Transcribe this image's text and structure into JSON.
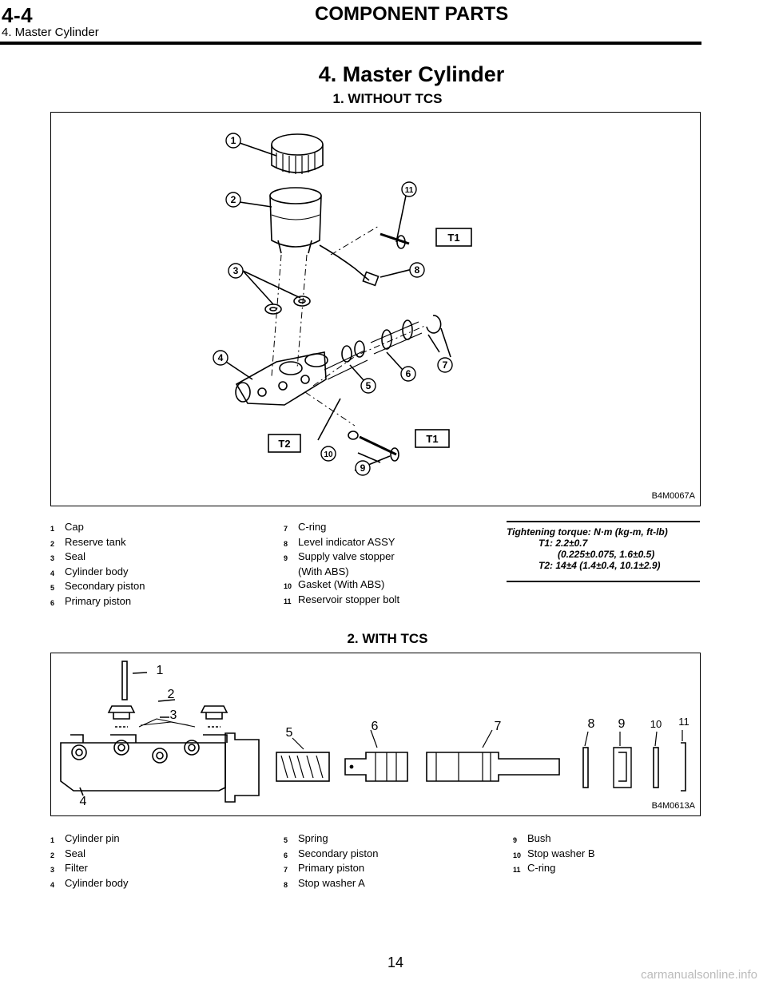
{
  "header": {
    "section_number": "4-4",
    "section_title": "COMPONENT PARTS",
    "subsection": "4. Master Cylinder"
  },
  "page_title": "4. Master Cylinder",
  "section1": {
    "title": "1.  WITHOUT TCS",
    "figure_code": "B4M0067A",
    "callouts": [
      "1",
      "2",
      "3",
      "4",
      "5",
      "6",
      "7",
      "8",
      "9",
      "10",
      "11"
    ],
    "torque_tags": [
      "T1",
      "T1",
      "T2"
    ],
    "legend_col1": [
      {
        "num": "1",
        "text": "Cap"
      },
      {
        "num": "2",
        "text": "Reserve tank"
      },
      {
        "num": "3",
        "text": "Seal"
      },
      {
        "num": "4",
        "text": "Cylinder body"
      },
      {
        "num": "5",
        "text": "Secondary piston"
      },
      {
        "num": "6",
        "text": "Primary piston"
      }
    ],
    "legend_col2": [
      {
        "num": "7",
        "text": "C-ring"
      },
      {
        "num": "8",
        "text": "Level indicator ASSY"
      },
      {
        "num": "9",
        "text": "Supply valve stopper"
      },
      {
        "num": "",
        "text": "(With ABS)"
      },
      {
        "num": "10",
        "text": "Gasket (With ABS)"
      },
      {
        "num": "11",
        "text": "Reservoir stopper bolt"
      }
    ],
    "torque": {
      "heading": "Tightening torque: N·m (kg-m, ft-lb)",
      "t1_line1": "T1: 2.2±0.7",
      "t1_line2": "(0.225±0.075, 1.6±0.5)",
      "t2": "T2: 14±4 (1.4±0.4, 10.1±2.9)"
    }
  },
  "section2": {
    "title": "2.  WITH TCS",
    "figure_code": "B4M0613A",
    "callouts": [
      "1",
      "2",
      "3",
      "4",
      "5",
      "6",
      "7",
      "8",
      "9",
      "10",
      "11"
    ],
    "legend_col1": [
      {
        "num": "1",
        "text": "Cylinder pin"
      },
      {
        "num": "2",
        "text": "Seal"
      },
      {
        "num": "3",
        "text": "Filter"
      },
      {
        "num": "4",
        "text": "Cylinder body"
      }
    ],
    "legend_col2": [
      {
        "num": "5",
        "text": "Spring"
      },
      {
        "num": "6",
        "text": "Secondary piston"
      },
      {
        "num": "7",
        "text": "Primary piston"
      },
      {
        "num": "8",
        "text": "Stop washer A"
      }
    ],
    "legend_col3": [
      {
        "num": "9",
        "text": "Bush"
      },
      {
        "num": "10",
        "text": "Stop washer B"
      },
      {
        "num": "11",
        "text": "C-ring"
      }
    ]
  },
  "page_number": "14",
  "watermark": "carmanualsonline.info"
}
